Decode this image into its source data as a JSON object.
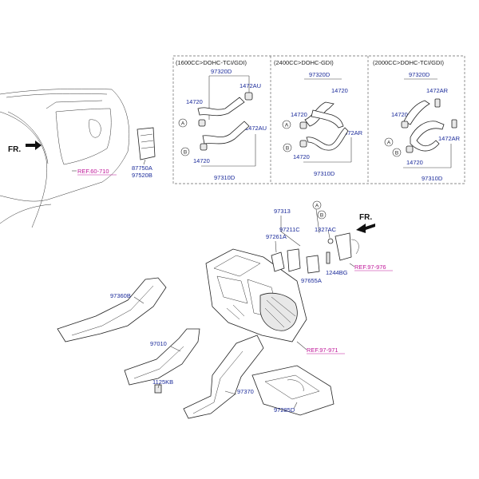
{
  "variants": [
    {
      "header": "(1600CC>DOHC-TCI/GDI)",
      "top": "97320D",
      "clip_upper": "1472AU",
      "clip_lower": "1472AU",
      "hose_a": "14720",
      "hose_b": "14720",
      "bottom": "97310D",
      "circle_a": "A",
      "circle_b": "B"
    },
    {
      "header": "(2400CC>DOHC-GDI)",
      "top": "97320D",
      "clip_upper": "14720",
      "clip_lower": "1472AR",
      "hose_a": "14720",
      "hose_b": "14720",
      "bottom": "97310D",
      "circle_a": "A",
      "circle_b": "B"
    },
    {
      "header": "(2000CC>DOHC-TCI/GDI)",
      "top": "97320D",
      "clip_upper": "1472AR",
      "clip_lower": "1472AR",
      "hose_a": "14720",
      "hose_b": "14720",
      "bottom": "97310D",
      "circle_a": "A",
      "circle_b": "B"
    }
  ],
  "body_section": {
    "fr": "FR.",
    "ref": "REF.60-710",
    "part_a": "87750A",
    "part_b": "97520B"
  },
  "main_section": {
    "fr": "FR.",
    "labels": {
      "p97313": "97313",
      "p97211C": "97211C",
      "p97261A": "97261A",
      "p1327AC": "1327AC",
      "p1244BG": "1244BG",
      "p97655A": "97655A",
      "p97360B": "97360B",
      "p97010": "97010",
      "p1125KB": "1125KB",
      "p97370": "97370",
      "p97285D": "97285D"
    },
    "refs": {
      "ref_976": "REF.97-976",
      "ref_971": "REF.97-971"
    },
    "circle_a": "A",
    "circle_b": "B"
  }
}
